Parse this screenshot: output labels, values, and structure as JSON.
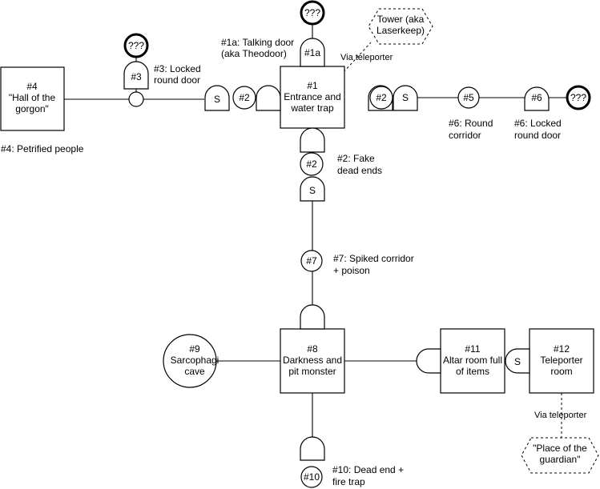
{
  "rooms": {
    "r1": {
      "id": "#1",
      "line1": "Entrance and",
      "line2": "water trap"
    },
    "r4": {
      "id": "#4",
      "line1": "\"Hall of the",
      "line2": "gorgon\""
    },
    "r8": {
      "id": "#8",
      "line1": "Darkness and",
      "line2": "pit monster"
    },
    "r11": {
      "id": "#11",
      "line1": "Altar room full",
      "line2": "of items"
    },
    "r12": {
      "id": "#12",
      "line1": "Teleporter",
      "line2": "room"
    },
    "r9": {
      "id": "#9",
      "line1": "Sarcophagi",
      "line2": "cave"
    }
  },
  "nodes": {
    "unknown": "???",
    "n2": "#2",
    "n3": "#3",
    "n5": "#5",
    "n6": "#6",
    "n7": "#7",
    "n10": "#10",
    "n1a": "#1a",
    "secret": "S"
  },
  "hexes": {
    "tower1": "Tower (aka",
    "tower2": "Laserkeep)",
    "guardian1": "\"Place of the",
    "guardian2": "guardian\""
  },
  "labels": {
    "l1a_1": "#1a: Talking door",
    "l1a_2": "(aka Theodoor)",
    "via_teleporter": "Via teleporter",
    "l3_1": "#3: Locked",
    "l3_2": "round door",
    "l4": "#4: Petrified people",
    "l2_1": "#2: Fake",
    "l2_2": "dead ends",
    "l6a_1": "#6: Round",
    "l6a_2": "corridor",
    "l6b_1": "#6: Locked",
    "l6b_2": "round door",
    "l7_1": "#7: Spiked corridor",
    "l7_2": "+ poison",
    "l10_1": "#10: Dead end +",
    "l10_2": "fire trap"
  }
}
